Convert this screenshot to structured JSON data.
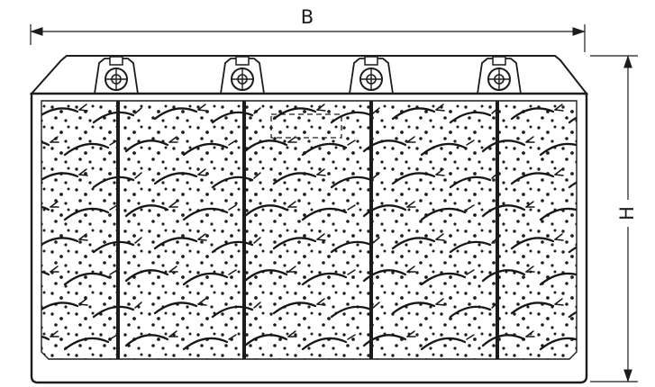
{
  "drawing": {
    "type": "battery-front-view-technical-drawing",
    "labels": {
      "width_dimension": "B",
      "height_dimension": "H"
    },
    "colors": {
      "ink": "#1c1c1c",
      "background": "#ffffff"
    },
    "component_counts": {
      "terminal_bolts": 4,
      "cell_sections": 5
    }
  }
}
